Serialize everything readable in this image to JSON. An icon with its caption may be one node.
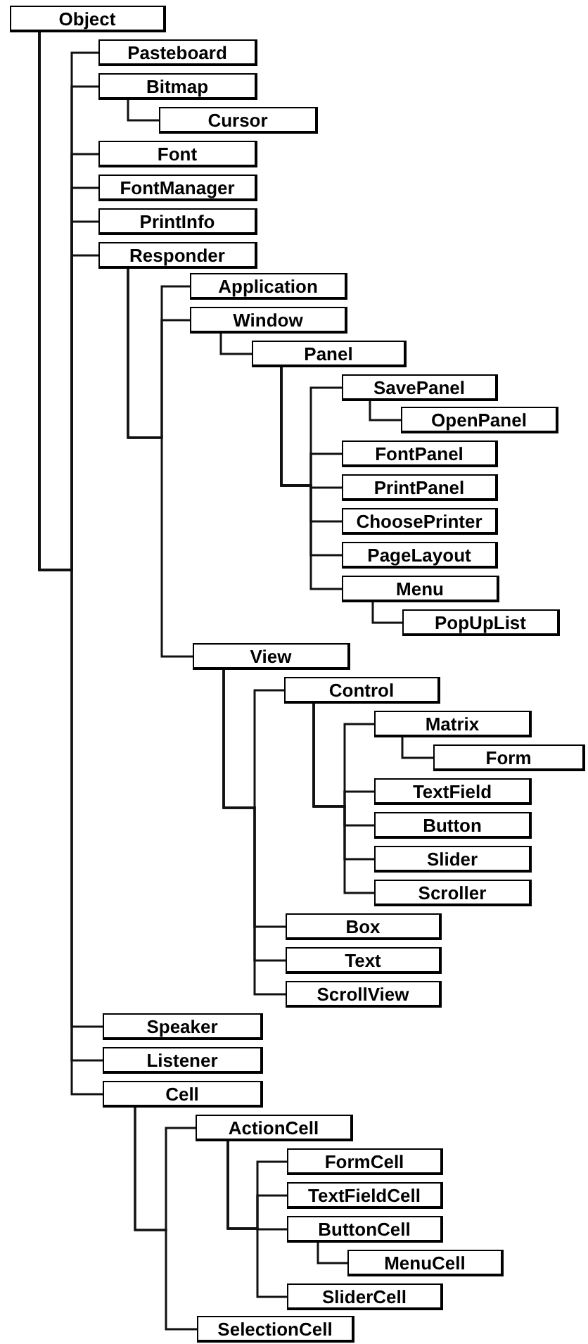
{
  "diagram": {
    "nodes": [
      {
        "text": [
          "Object"
        ]
      },
      {
        "text": [
          "Pasteboard"
        ]
      },
      {
        "text": [
          "Bitmap"
        ]
      },
      {
        "text": [
          "Cursor"
        ]
      },
      {
        "text": [
          "Font"
        ]
      },
      {
        "text": [
          "FontManager"
        ]
      },
      {
        "text": [
          "PrintInfo"
        ]
      },
      {
        "text": [
          "Responder"
        ]
      },
      {
        "text": [
          "Application"
        ]
      },
      {
        "text": [
          "Window"
        ]
      },
      {
        "text": [
          "Panel"
        ]
      },
      {
        "text": [
          "SavePanel"
        ]
      },
      {
        "text": [
          "OpenPanel"
        ]
      },
      {
        "text": [
          "FontPanel"
        ]
      },
      {
        "text": [
          "PrintPanel"
        ]
      },
      {
        "text": [
          "ChoosePrinter"
        ]
      },
      {
        "text": [
          "PageLayout"
        ]
      },
      {
        "text": [
          "Menu"
        ]
      },
      {
        "text": [
          "PopUpList"
        ]
      },
      {
        "text": [
          "View"
        ]
      },
      {
        "text": [
          "Control"
        ]
      },
      {
        "text": [
          "Matrix"
        ]
      },
      {
        "text": [
          "Form"
        ]
      },
      {
        "text": [
          "TextField"
        ]
      },
      {
        "text": [
          "Button"
        ]
      },
      {
        "text": [
          "Slider"
        ]
      },
      {
        "text": [
          "Scroller"
        ]
      },
      {
        "text": [
          "Box"
        ]
      },
      {
        "text": [
          "Text"
        ]
      },
      {
        "text": [
          "ScrollView"
        ]
      },
      {
        "text": [
          "Speaker"
        ]
      },
      {
        "text": [
          "Listener"
        ]
      },
      {
        "text": [
          "Cell"
        ]
      },
      {
        "text": [
          "ActionCell"
        ]
      },
      {
        "text": [
          "FormCell"
        ]
      },
      {
        "text": [
          "TextFieldCell"
        ]
      },
      {
        "text": [
          "ButtonCell"
        ]
      },
      {
        "text": [
          "MenuCell"
        ]
      },
      {
        "text": [
          "SliderCell"
        ]
      },
      {
        "text": [
          "SelectionCell"
        ]
      }
    ],
    "edges": [
      {
        "from": 0,
        "to": 1,
        "arrow": "none"
      },
      {
        "from": 0,
        "to": 2,
        "arrow": "none"
      },
      {
        "from": 2,
        "to": 3,
        "arrow": "none"
      },
      {
        "from": 0,
        "to": 4,
        "arrow": "none"
      },
      {
        "from": 0,
        "to": 5,
        "arrow": "none"
      },
      {
        "from": 0,
        "to": 6,
        "arrow": "none"
      },
      {
        "from": 0,
        "to": 7,
        "arrow": "none"
      },
      {
        "from": 7,
        "to": 8,
        "arrow": "none"
      },
      {
        "from": 7,
        "to": 9,
        "arrow": "none"
      },
      {
        "from": 9,
        "to": 10,
        "arrow": "none"
      },
      {
        "from": 10,
        "to": 11,
        "arrow": "none"
      },
      {
        "from": 11,
        "to": 12,
        "arrow": "none"
      },
      {
        "from": 10,
        "to": 13,
        "arrow": "none"
      },
      {
        "from": 10,
        "to": 14,
        "arrow": "none"
      },
      {
        "from": 10,
        "to": 15,
        "arrow": "none"
      },
      {
        "from": 10,
        "to": 16,
        "arrow": "none"
      },
      {
        "from": 10,
        "to": 17,
        "arrow": "none"
      },
      {
        "from": 17,
        "to": 18,
        "arrow": "none"
      },
      {
        "from": 7,
        "to": 19,
        "arrow": "none"
      },
      {
        "from": 19,
        "to": 20,
        "arrow": "none"
      },
      {
        "from": 20,
        "to": 21,
        "arrow": "none"
      },
      {
        "from": 21,
        "to": 22,
        "arrow": "none"
      },
      {
        "from": 20,
        "to": 23,
        "arrow": "none"
      },
      {
        "from": 20,
        "to": 24,
        "arrow": "none"
      },
      {
        "from": 20,
        "to": 25,
        "arrow": "none"
      },
      {
        "from": 20,
        "to": 26,
        "arrow": "none"
      },
      {
        "from": 19,
        "to": 27,
        "arrow": "none"
      },
      {
        "from": 19,
        "to": 28,
        "arrow": "none"
      },
      {
        "from": 19,
        "to": 29,
        "arrow": "none"
      },
      {
        "from": 0,
        "to": 30,
        "arrow": "none"
      },
      {
        "from": 0,
        "to": 31,
        "arrow": "none"
      },
      {
        "from": 0,
        "to": 32,
        "arrow": "none"
      },
      {
        "from": 32,
        "to": 33,
        "arrow": "none"
      },
      {
        "from": 33,
        "to": 34,
        "arrow": "none"
      },
      {
        "from": 33,
        "to": 35,
        "arrow": "none"
      },
      {
        "from": 33,
        "to": 36,
        "arrow": "none"
      },
      {
        "from": 36,
        "to": 37,
        "arrow": "none"
      },
      {
        "from": 33,
        "to": 38,
        "arrow": "none"
      },
      {
        "from": 32,
        "to": 39,
        "arrow": "none"
      }
    ]
  }
}
